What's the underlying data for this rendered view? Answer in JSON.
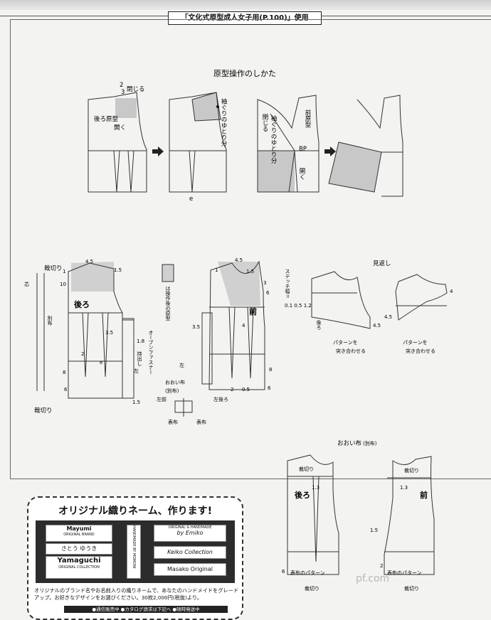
{
  "page": {
    "title": "「文化式原型成人女子用(P.100)」使用",
    "section_title": "原型操作のしかた",
    "watermark": "pf.com"
  },
  "diagram1": {
    "back_label": "後ろ原型",
    "close_label": "閉じる",
    "open_label": "開く",
    "num2": "2",
    "num3": "3",
    "armhole_ease": "袖ぐりのゆとり分",
    "e_label": "e",
    "front_label": "前原型",
    "close_label2": "閉じる",
    "armhole_ease2": "袖ぐりのゆとり分",
    "bp_label": "BP",
    "open_label2": "開く"
  },
  "pattern_back": {
    "cut_top": "裁切り",
    "cut_bottom": "裁切り",
    "num_45": "4.5",
    "num_1": "1",
    "num_15": "1.5",
    "num_10": "10",
    "back_label": "後ろ",
    "num_35": "3.5",
    "num_2": "2",
    "e_label": "e",
    "num_8": "8",
    "num_6": "6",
    "shin_label": "芯",
    "betsu_label": "別布",
    "num_18": "1.8",
    "mochidashi": "持出し",
    "left_label": "左",
    "open_zipper": "オープンファスナー",
    "num_15b": "1.5",
    "legend": "は操作後の原型"
  },
  "pattern_front": {
    "num_45": "4.5",
    "num_1": "1",
    "num_15": "1.5",
    "num_3": "3",
    "num_6": "6",
    "front_label": "前",
    "num_35": "3.5",
    "num_4": "4",
    "num_2": "2",
    "num_05": "0.5",
    "num_8": "8",
    "num_6b": "6",
    "left_label": "左",
    "oi_nuno": "おおい布",
    "betsu_label": "(別布)",
    "left_front": "左前",
    "left_back": "左後ろ",
    "omote_nuno": "表布",
    "omote_nuno2": "表布",
    "stitch_label": "ステッチ幅＝",
    "stitch_vals": "0.1 0.5 1.2"
  },
  "mikaeshi": {
    "title": "見返し",
    "back_label": "後ろ",
    "num_45": "4.5",
    "num_45b": "4.5",
    "num_4": "4",
    "pattern_join": "パターンを",
    "pattern_join2": "突き合わせる",
    "pattern_join3": "パターンを",
    "pattern_join4": "突き合わせる"
  },
  "oi_section": {
    "title": "おおい布",
    "title_sub": "(別布)",
    "cut_top": "裁切り",
    "cut_top2": "裁切り",
    "num_13": "1.3",
    "num_13b": "1.3",
    "back_label": "後ろ",
    "front_label": "前",
    "num_15": "1.5",
    "num_6": "6",
    "num_2": "2",
    "omote_pattern": "表布のパターン",
    "omote_pattern2": "表布のパターン",
    "cut_bottom": "裁切り",
    "cut_bottom2": "裁切り"
  },
  "ad": {
    "title": "オリジナル織りネーム、作ります!",
    "tag1": "Mayumi",
    "tag1_sub": "ORIGINAL BRAND",
    "tag2": "さとう ゆうき",
    "tag3": "Yamaguchi",
    "tag3_sub": "ORIGINAL COLLECTION",
    "tag4": "HANDMADE BY MOMONI",
    "tag5": "by Emiko",
    "tag5_sub": "ORIGINAL & HANDMADE",
    "tag6": "Keiko Collection",
    "tag7": "Masako Original",
    "desc": "オリジナルのブランド名やお名前入りの織りネームで、あなたのハンドメイドをグレードアップ。お好きなデザインをお選びください。30枚2,000円(税抜)より。",
    "strip": "●通信販売中 ●カタログ請求は下記へ ●随時発送中"
  }
}
